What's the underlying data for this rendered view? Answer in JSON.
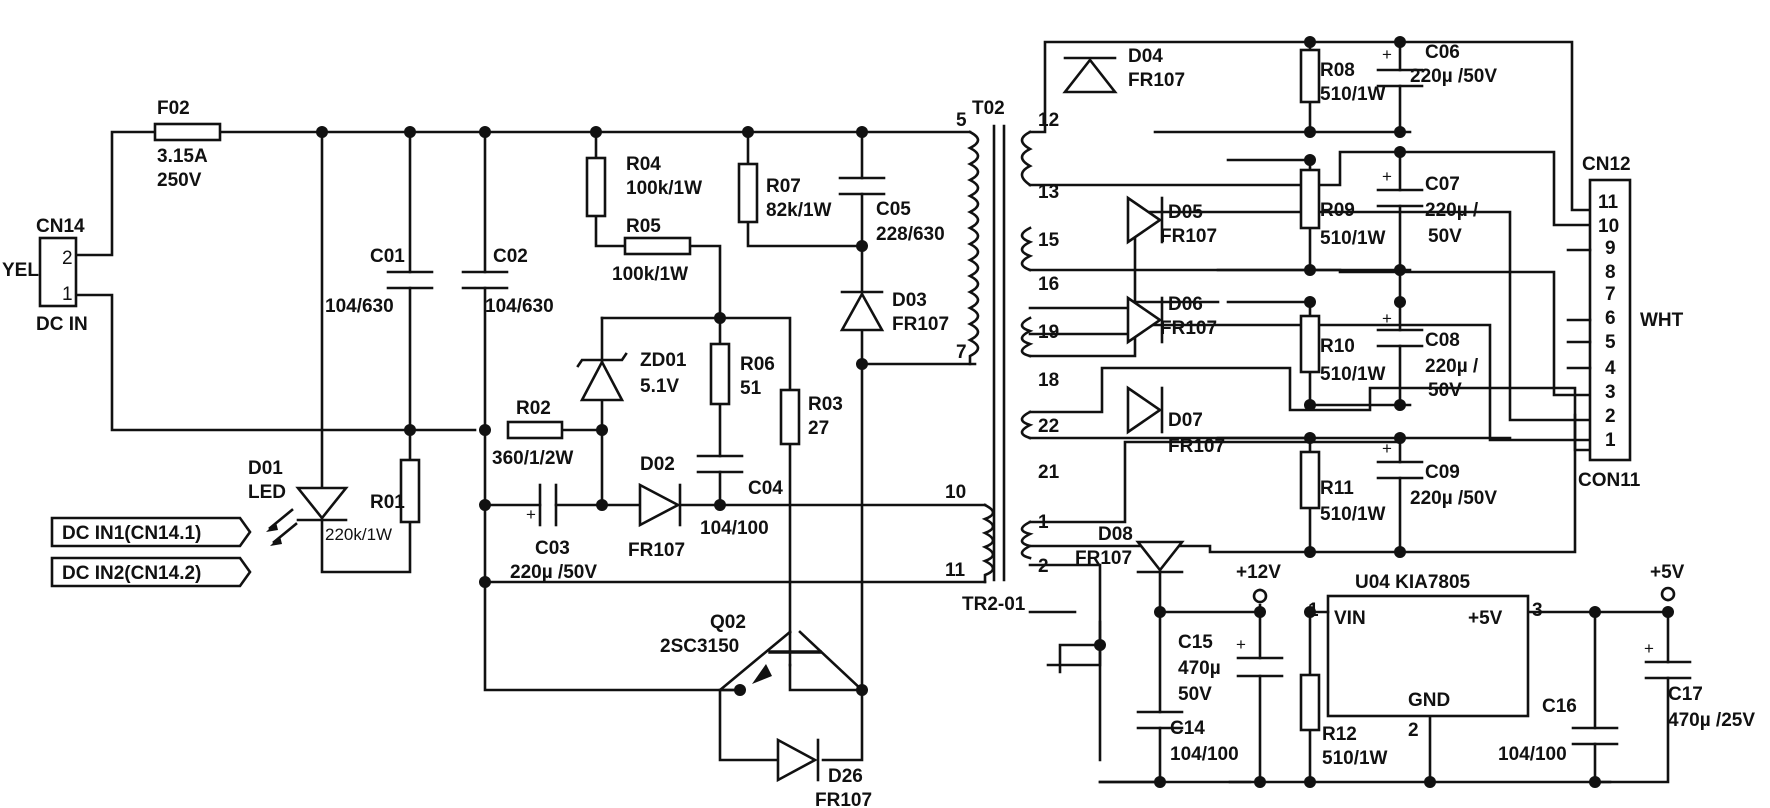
{
  "labels": {
    "yel": "YEL",
    "cn14": "CN14",
    "cn14_p2": "2",
    "cn14_p1": "1",
    "dc_in": "DC IN",
    "f02": "F02",
    "f02_rating": "3.15A",
    "f02_volt": "250V",
    "c01": "C01",
    "c01_val": "104/630",
    "c02": "C02",
    "c02_val": "104/630",
    "d01": "D01",
    "d01_type": "LED",
    "r01": "R01",
    "r01_val": "220k/1W",
    "dc_in1": "DC IN1(CN14.1)",
    "dc_in2": "DC IN2(CN14.2)",
    "r02": "R02",
    "r02_val": "360/1/2W",
    "c03": "C03",
    "c03_val": "220µ /50V",
    "r04": "R04",
    "r04_val": "100k/1W",
    "r05": "R05",
    "r05_val": "100k/1W",
    "zd01": "ZD01",
    "zd01_val": "5.1V",
    "r06": "R06",
    "r06_val": "51",
    "r03": "R03",
    "r03_val": "27",
    "d02": "D02",
    "d02_val": "FR107",
    "c04": "C04",
    "c04_val": "104/100",
    "r07": "R07",
    "r07_val": "82k/1W",
    "c05": "C05",
    "c05_val": "228/630",
    "d03": "D03",
    "d03_val": "FR107",
    "q02": "Q02",
    "q02_val": "2SC3150",
    "d26": "D26",
    "d26_val": "FR107",
    "t02": "T02",
    "tr2": "TR2-01",
    "pin5": "5",
    "pin7": "7",
    "pin10": "10",
    "pin11": "11",
    "pin12": "12",
    "pin13": "13",
    "pin15": "15",
    "pin16": "16",
    "pin19": "19",
    "pin18": "18",
    "pin22": "22",
    "pin21": "21",
    "pin1": "1",
    "pin2": "2",
    "d04": "D04",
    "d04_val": "FR107",
    "d05": "D05",
    "d05_val": "FR107",
    "d06": "D06",
    "d06_val": "FR107",
    "d07": "D07",
    "d07_val": "FR107",
    "d08": "D08",
    "d08_val": "FR107",
    "r08": "R08",
    "r08_val": "510/1W",
    "r09": "R09",
    "r09_val": "510/1W",
    "r10": "R10",
    "r10_val": "510/1W",
    "r11": "R11",
    "r11_val": "510/1W",
    "c06": "C06",
    "c06_val": "220µ /50V",
    "c07": "C07",
    "c07_val1": "220µ /",
    "c07_val2": "50V",
    "c08": "C08",
    "c08_val1": "220µ /",
    "c08_val2": "50V",
    "c09": "C09",
    "c09_val": "220µ /50V",
    "cn12": "CN12",
    "con11": "CON11",
    "wht": "WHT",
    "cn_pins": [
      "11",
      "10",
      "9",
      "8",
      "7",
      "6",
      "5",
      "4",
      "3",
      "2",
      "1"
    ],
    "v12": "+12V",
    "c15": "C15",
    "c15_val1": "470µ",
    "c15_val2": "50V",
    "c14": "C14",
    "c14_val": "104/100",
    "r12": "R12",
    "r12_val": "510/1W",
    "u04": "U04 KIA7805",
    "vin": "VIN",
    "vout": "+5V",
    "gnd": "GND",
    "u_pin1": "1",
    "u_pin2": "2",
    "u_pin3": "3",
    "v5": "+5V",
    "c16": "C16",
    "c16_val": "104/100",
    "c17": "C17",
    "c17_val": "470µ /25V",
    "plus": "+"
  }
}
